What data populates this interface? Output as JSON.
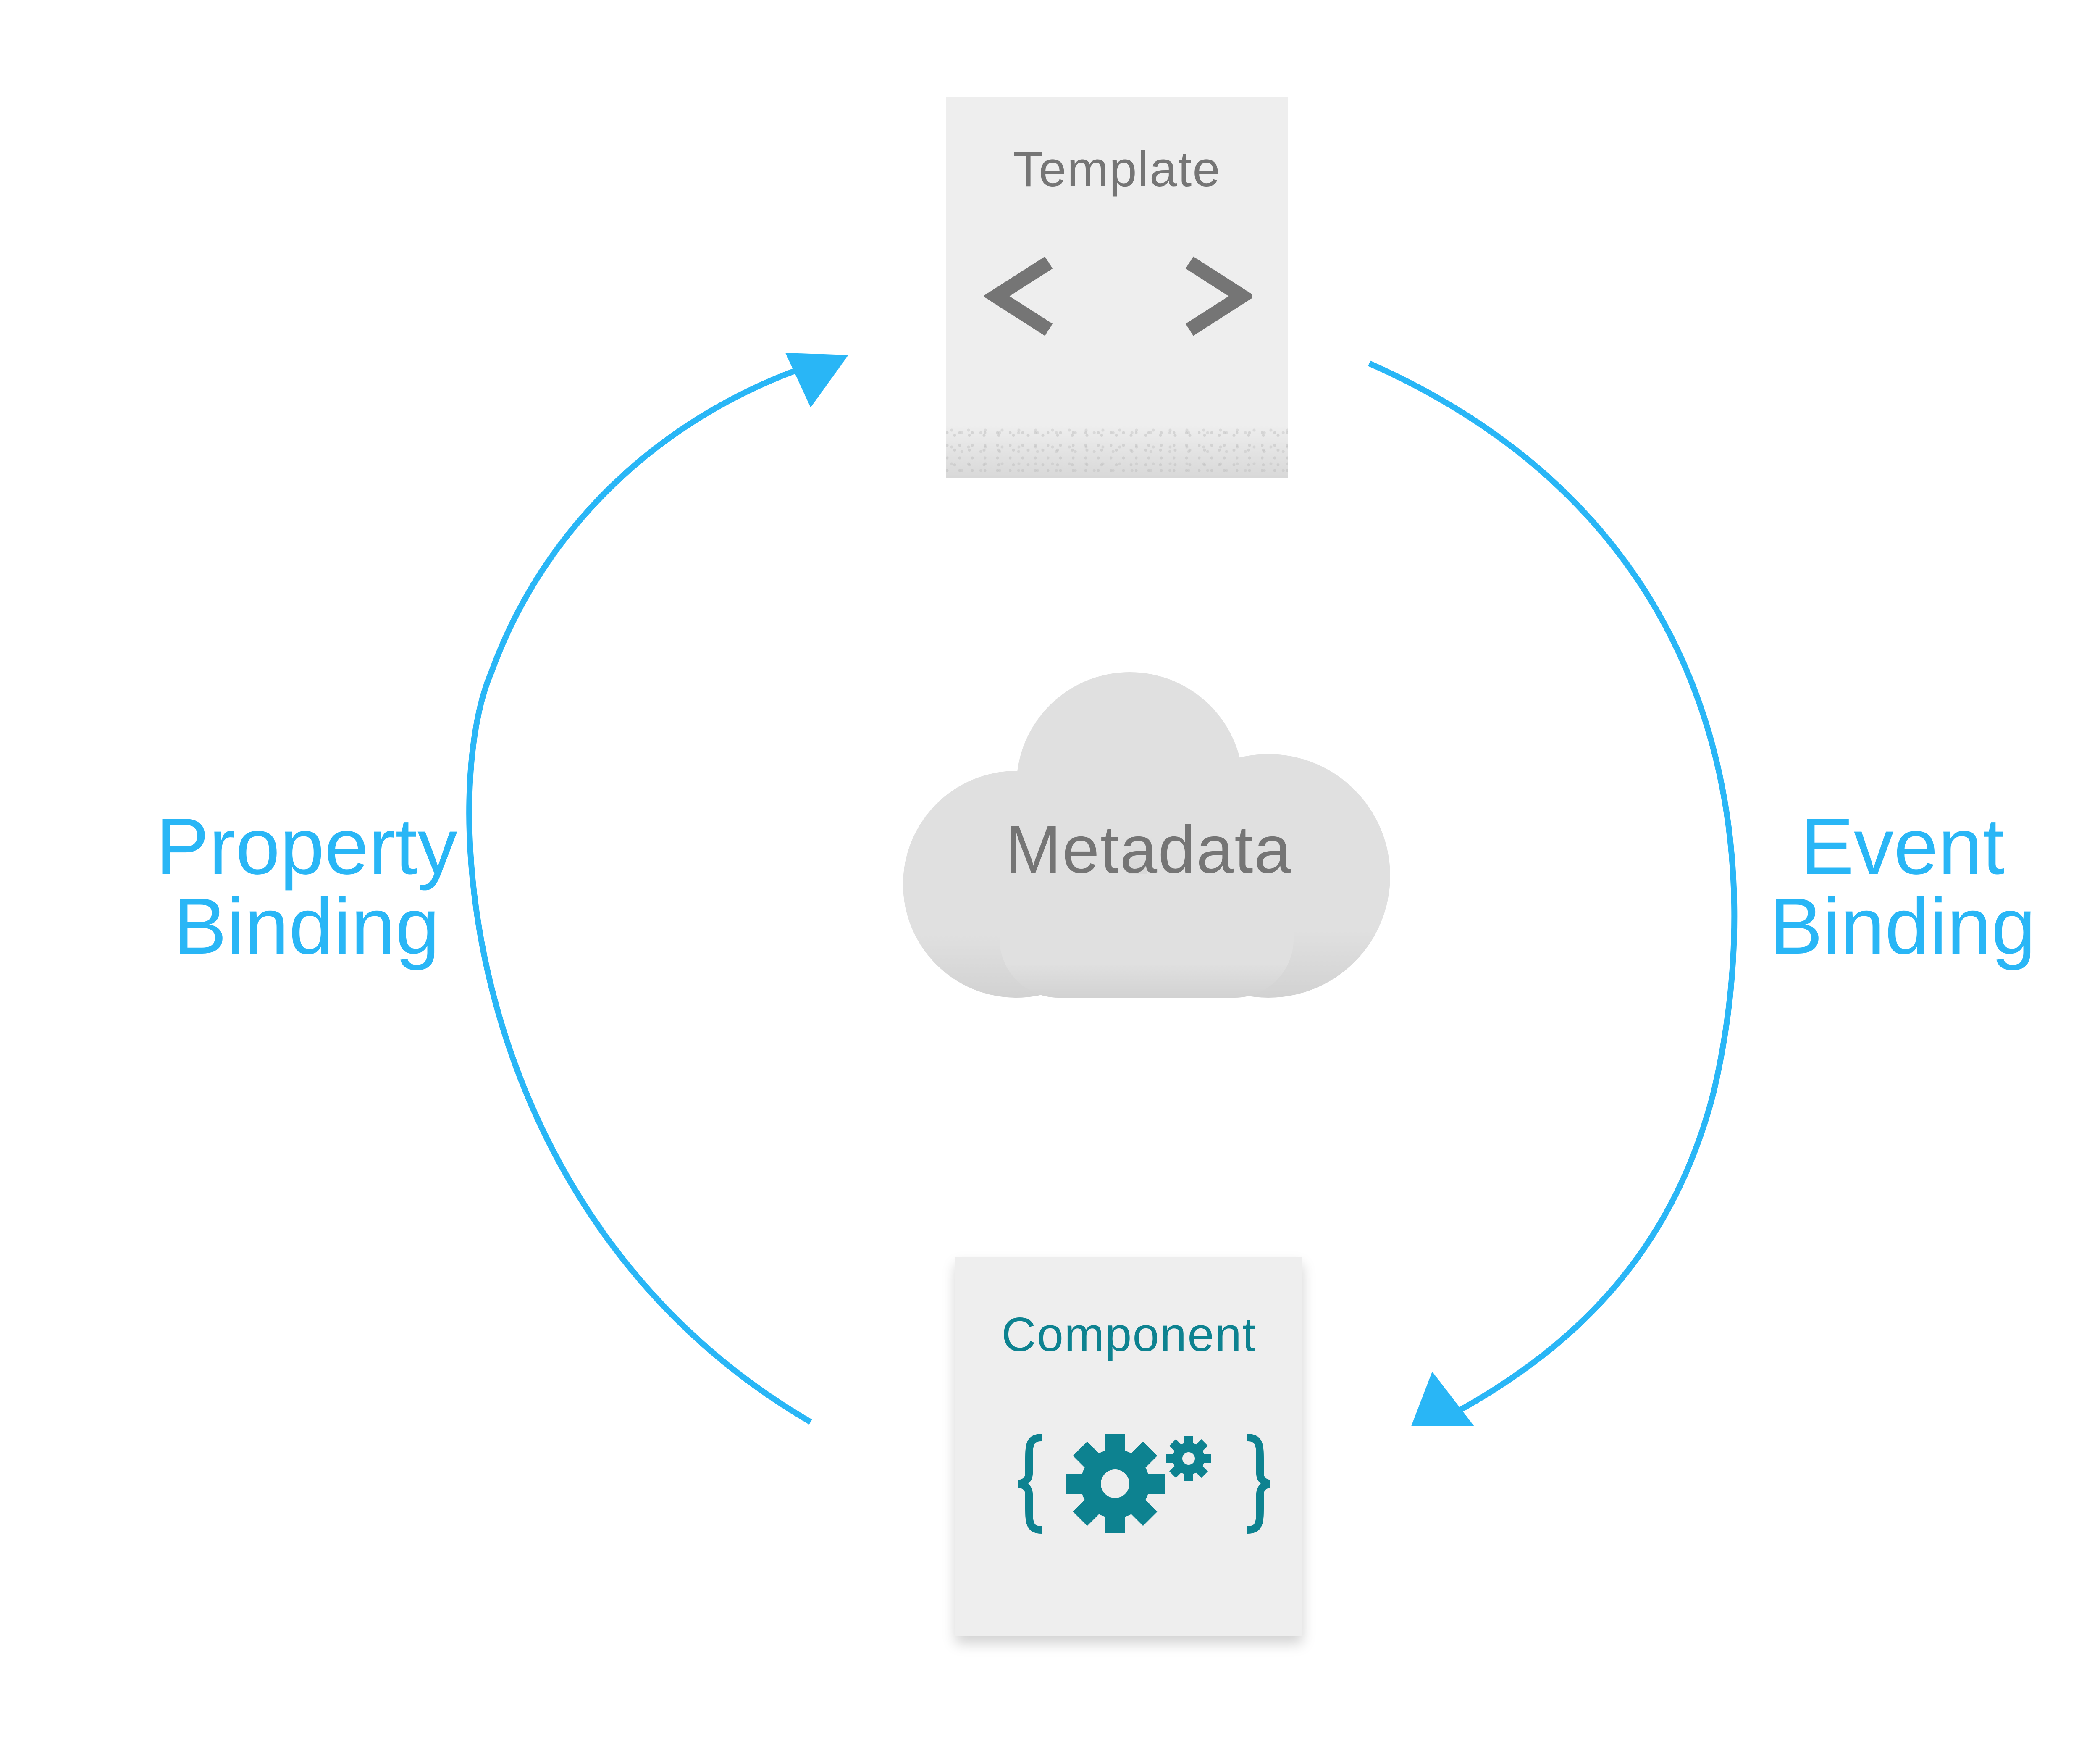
{
  "template": {
    "title": "Template",
    "icon": "angle-brackets-icon"
  },
  "component": {
    "title": "Component",
    "icon": "braces-gears-icon"
  },
  "metadata": {
    "label": "Metadata",
    "icon": "cloud-icon"
  },
  "property_binding": {
    "line1": "Property",
    "line2": "Binding"
  },
  "event_binding": {
    "line1": "Event",
    "line2": "Binding"
  },
  "colors": {
    "arrow": "#29b6f6",
    "card_background": "#eeeeee",
    "template_text": "#757575",
    "component_accent": "#0d8290",
    "cloud": "#e0e0e0"
  }
}
